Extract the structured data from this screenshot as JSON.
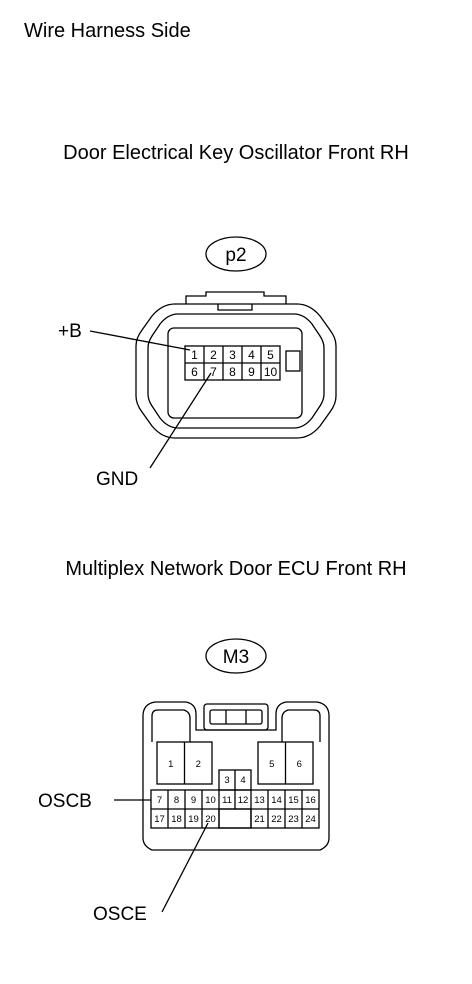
{
  "page_title": "Wire Harness Side",
  "connector1": {
    "title": "Door Electrical Key Oscillator Front RH",
    "code": "p2",
    "pins_top": [
      "1",
      "2",
      "3",
      "4",
      "5"
    ],
    "pins_bottom": [
      "6",
      "7",
      "8",
      "9",
      "10"
    ],
    "labels": {
      "plus_b": "+B",
      "gnd": "GND"
    }
  },
  "connector2": {
    "title": "Multiplex Network Door ECU Front RH",
    "code": "M3",
    "pins_big": [
      "1",
      "2",
      "5",
      "6"
    ],
    "pins_center_top": [
      "3",
      "4"
    ],
    "pins_row1": [
      "7",
      "8",
      "9",
      "10",
      "11",
      "12",
      "13",
      "14",
      "15",
      "16"
    ],
    "pins_row2_left": [
      "17",
      "18",
      "19",
      "20"
    ],
    "pins_row2_right": [
      "21",
      "22",
      "23",
      "24"
    ],
    "labels": {
      "oscb": "OSCB",
      "osce": "OSCE"
    }
  }
}
